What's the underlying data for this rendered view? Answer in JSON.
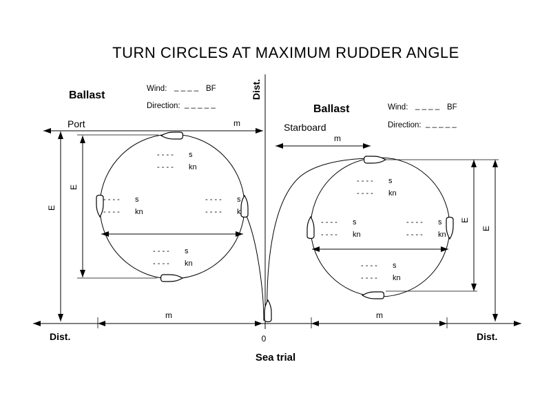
{
  "title": "TURN CIRCLES AT MAXIMUM RUDDER ANGLE",
  "caption": "Sea trial",
  "axis": {
    "dist_vertical": "Dist.",
    "dist_bottom_left": "Dist.",
    "dist_bottom_right": "Dist.",
    "origin": "0"
  },
  "labels": {
    "meters": "m",
    "elevation": "E",
    "seconds": "s",
    "knots": "kn"
  },
  "placeholders": {
    "value": "- - - -",
    "wind": "_ _ _ _",
    "direction": "_ _ _ _ _"
  },
  "port": {
    "ballast": "Ballast",
    "side": "Port",
    "wind_label": "Wind:",
    "wind_unit": "BF",
    "direction_label": "Direction:"
  },
  "starboard": {
    "ballast": "Ballast",
    "side": "Starboard",
    "wind_label": "Wind:",
    "wind_unit": "BF",
    "direction_label": "Direction:"
  },
  "colors": {
    "ink": "#000000",
    "background": "#ffffff"
  }
}
